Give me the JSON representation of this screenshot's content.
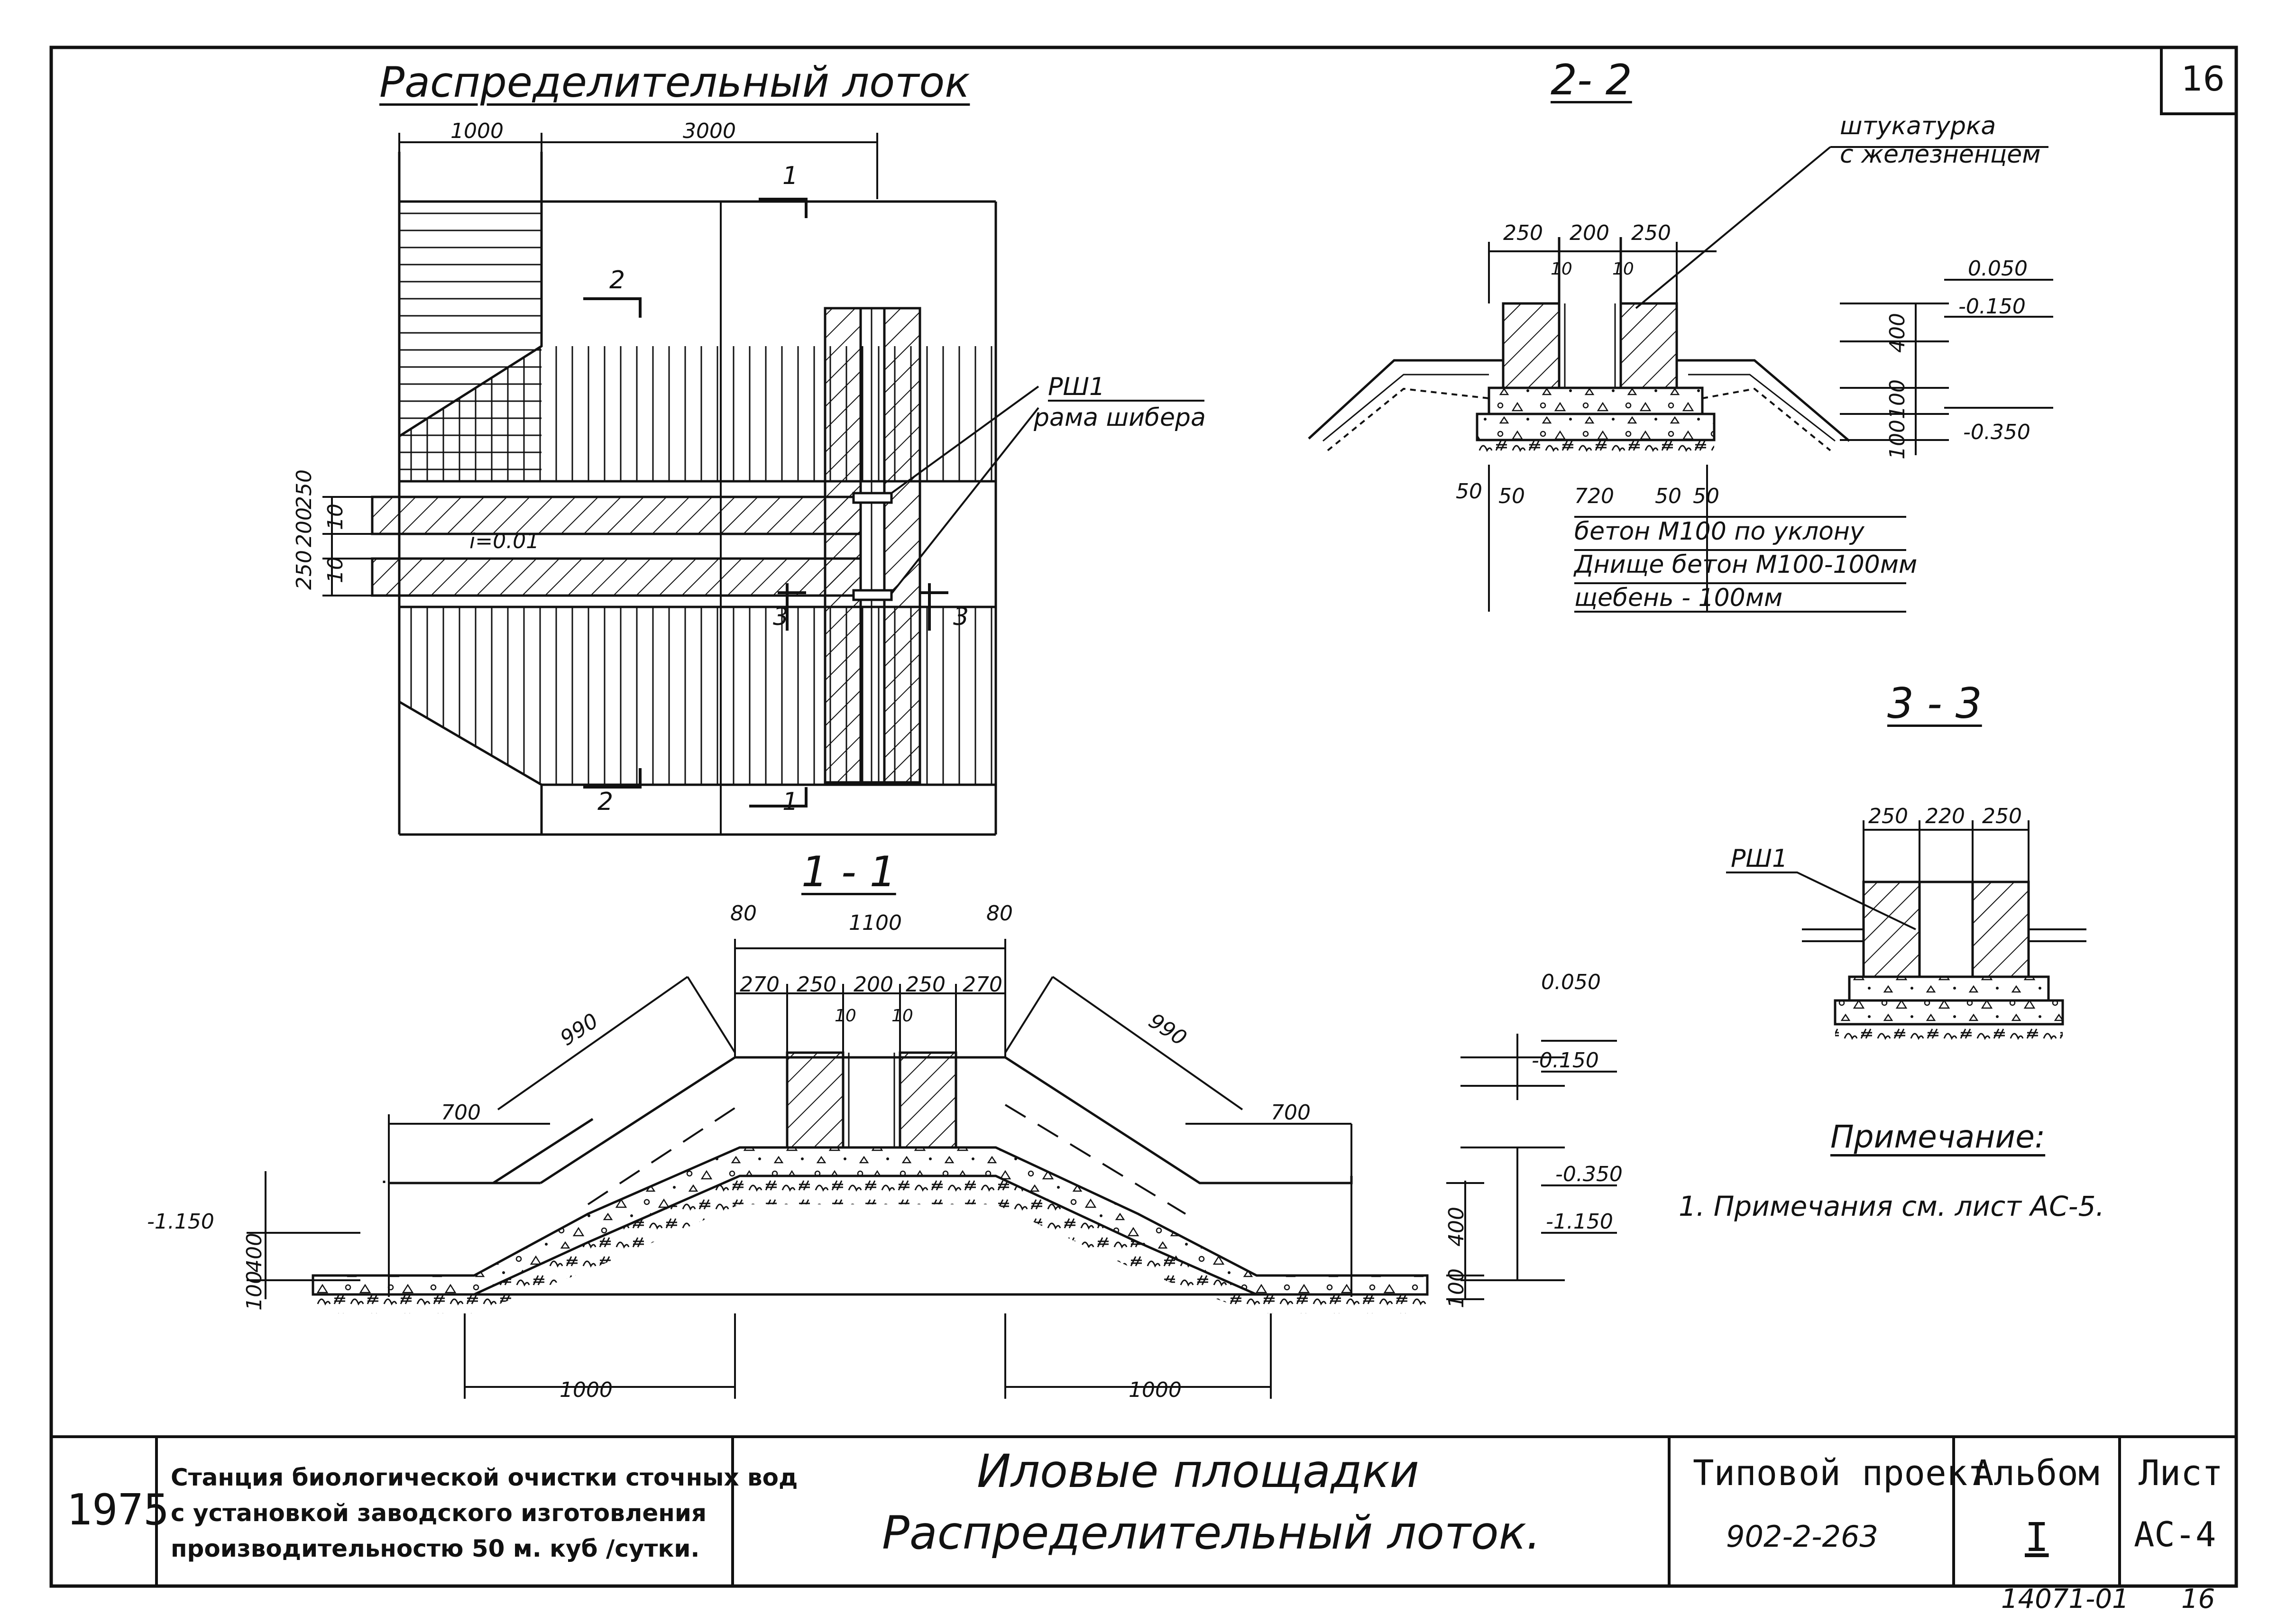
{
  "sheet_number_top": "16",
  "plan": {
    "title": "Распределительный лоток",
    "dims": {
      "d1000": "1000",
      "d3000": "3000",
      "w250a": "250",
      "w200": "200",
      "w250b": "250",
      "t10a": "10",
      "t10b": "10"
    },
    "section_marks": {
      "s1": "1",
      "s2": "2",
      "s3": "3"
    },
    "slope": "i=0.01",
    "callout": {
      "code": "РШ1",
      "text": "рама шибера"
    }
  },
  "section_2_2": {
    "title": "2- 2",
    "plaster_label": [
      "штукатурка",
      "с железненцем"
    ],
    "dims_top": {
      "a": "250",
      "b": "200",
      "c": "250",
      "t1": "10",
      "t2": "10"
    },
    "levels": {
      "l1": "0.050",
      "l2": "-0.150",
      "l3": "-0.350"
    },
    "vdims": {
      "v1": "400",
      "v2": "100",
      "v3": "100"
    },
    "dims_bottom": {
      "a": "50",
      "b": "50",
      "c": "720",
      "d": "50",
      "e": "50"
    },
    "layers": [
      "бетон М100 по уклону",
      "Днище бетон М100-100мм",
      "щебень       -        100мм"
    ]
  },
  "section_3_3": {
    "title": "3 - 3",
    "dims_top": {
      "a": "250",
      "b": "220",
      "c": "250"
    },
    "callout": "РШ1"
  },
  "section_1_1": {
    "title": "1 - 1",
    "dims": {
      "e80a": "80",
      "w1100": "1100",
      "e80b": "80",
      "s270a": "270",
      "s250a": "250",
      "s200": "200",
      "s250b": "250",
      "s270b": "270",
      "t10a": "10",
      "t10b": "10",
      "slope_left": "990",
      "slope_right": "990",
      "ramp_left": "700",
      "ramp_right": "700",
      "base_left": "1000",
      "base_right": "1000",
      "v400a": "400",
      "v100a": "100",
      "v400b": "400",
      "v100b": "100"
    },
    "levels": {
      "l1": "0.050",
      "l2": "-0.150",
      "l3": "-0.350",
      "l4": "-1.150",
      "l_left": "-1.150"
    }
  },
  "note": {
    "title": "Примечание:",
    "item": "1. Примечания см. лист АС-5."
  },
  "title_block": {
    "year": "1975",
    "org": [
      "Станция биологической очистки сточных вод",
      "с установкой заводского изготовления",
      "производительностю 50 м. куб /сутки."
    ],
    "drawing": [
      "Иловые площадки",
      "Распределительный лоток."
    ],
    "project_label": "Типовой проект",
    "project_number": "902-2-263",
    "album_label": "Альбом",
    "album_number": "I",
    "sheet_label": "Лист",
    "sheet_code": "АС-4"
  },
  "footer": {
    "archive": "14071-01",
    "page": "16"
  }
}
